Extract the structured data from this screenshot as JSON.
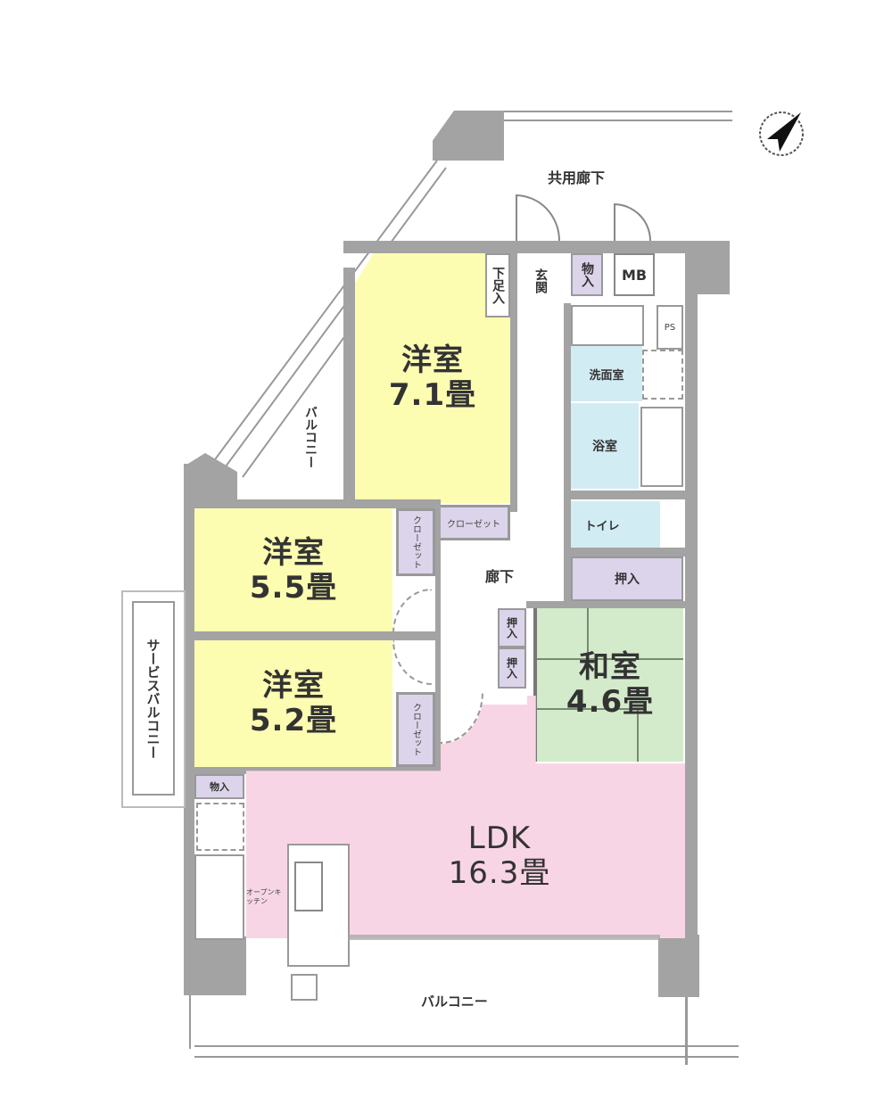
{
  "compass": {
    "icon": "north-arrow-icon",
    "direction": "north-east"
  },
  "labels": {
    "common_corridor": "共用廊下",
    "shoe_storage": "下足入",
    "entrance": "玄関",
    "storage_entrance": "物入",
    "meter_box": "MB",
    "ps": "PS",
    "washroom": "洗面室",
    "bathroom": "浴室",
    "toilet": "トイレ",
    "closet_7": "クローゼット",
    "closet_55": "クローゼット",
    "closet_52": "クローゼット",
    "hallway": "廊下",
    "oshiire_main": "押入",
    "oshiire_a": "押入",
    "oshiire_b": "押入",
    "storage_kitchen": "物入",
    "kitchen": "オープンキッチン",
    "side_balcony": "バルコニー",
    "service_balcony": "サービスバルコニー",
    "main_balcony": "バルコニー"
  },
  "rooms": {
    "western_1": {
      "name": "洋室",
      "size": "7.1畳"
    },
    "western_2": {
      "name": "洋室",
      "size": "5.5畳"
    },
    "western_3": {
      "name": "洋室",
      "size": "5.2畳"
    },
    "japanese": {
      "name": "和室",
      "size": "4.6畳"
    },
    "ldk": {
      "name": "LDK",
      "size": "16.3畳"
    }
  },
  "colors": {
    "western": "#fdfdb2",
    "ldk": "#f8d5e5",
    "japanese": "#d3ebcb",
    "wet_area": "#d2ecf3",
    "storage": "#dcd4eb",
    "wall": "#a3a3a3"
  }
}
